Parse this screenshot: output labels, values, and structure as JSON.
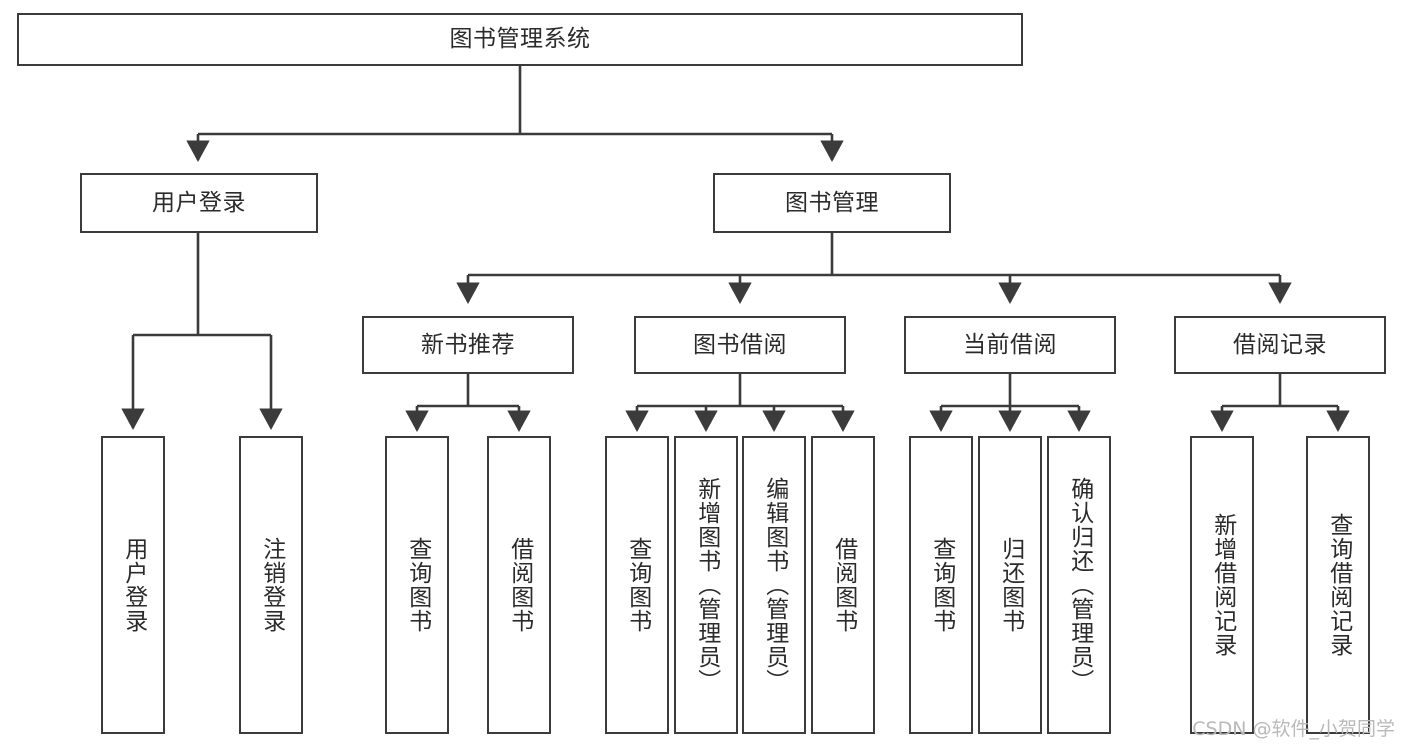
{
  "diagram": {
    "type": "hierarchy-tree",
    "title": "图书管理系统",
    "root": {
      "label": "图书管理系统"
    },
    "level2": [
      {
        "label": "用户登录"
      },
      {
        "label": "图书管理"
      }
    ],
    "level3": [
      {
        "label": "新书推荐"
      },
      {
        "label": "图书借阅"
      },
      {
        "label": "当前借阅"
      },
      {
        "label": "借阅记录"
      }
    ],
    "leaves": {
      "user_login": [
        {
          "label": "用户登录"
        },
        {
          "label": "注销登录"
        }
      ],
      "new_book_recommend": [
        {
          "label": "查询图书"
        },
        {
          "label": "借阅图书"
        }
      ],
      "book_borrow": [
        {
          "label": "查询图书"
        },
        {
          "label": "新增图书（管理员）"
        },
        {
          "label": "编辑图书（管理员）"
        },
        {
          "label": "借阅图书"
        }
      ],
      "current_borrow": [
        {
          "label": "查询图书"
        },
        {
          "label": "归还图书"
        },
        {
          "label": "确认归还（管理员）"
        }
      ],
      "borrow_record": [
        {
          "label": "新增借阅记录"
        },
        {
          "label": "查询借阅记录"
        }
      ]
    },
    "watermark": "CSDN @软件_小贺同学",
    "colors": {
      "stroke": "#3b3b3b",
      "text": "#2b2b2b",
      "background": "#ffffff",
      "watermark": "#b9b9b9"
    }
  }
}
